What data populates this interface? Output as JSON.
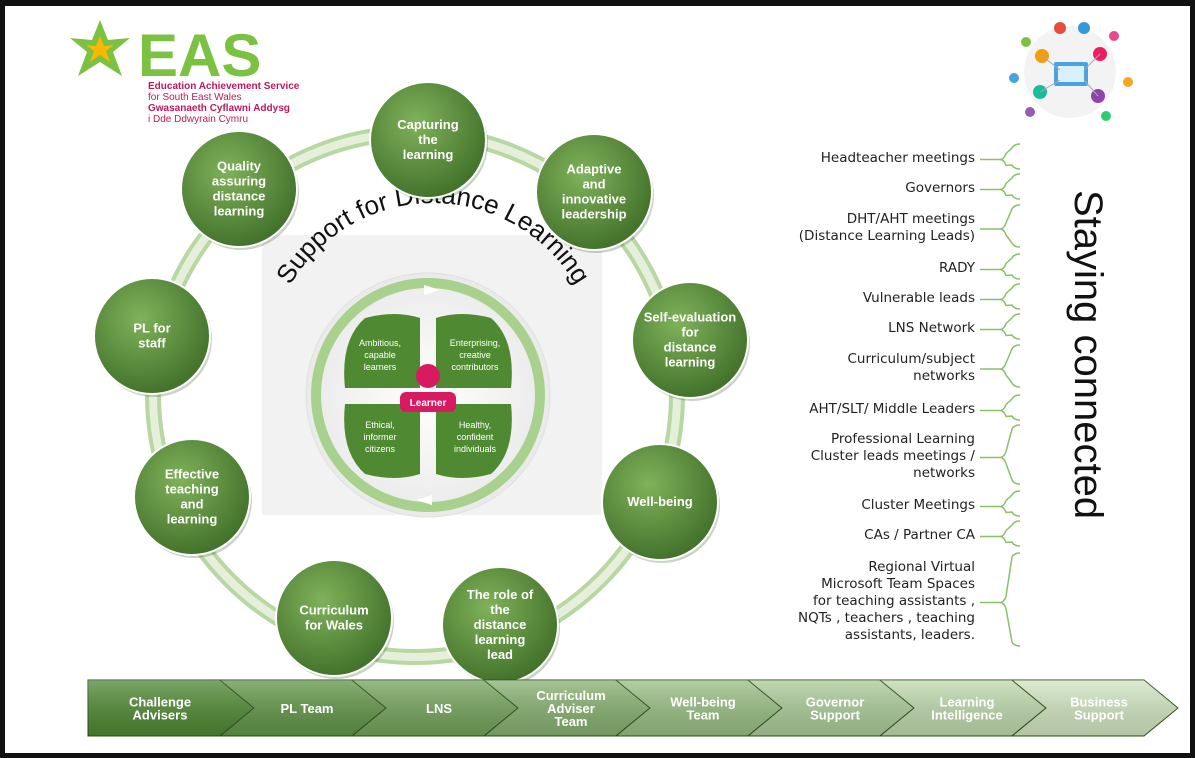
{
  "logo": {
    "title": "EAS",
    "line1": "Education Achievement Service",
    "line2": "for South East Wales",
    "line3": "Gwasanaeth Cyflawni Addysg",
    "line4": "i Dde Ddwyrain Cymru",
    "icon": "star-figure-icon"
  },
  "cycle": {
    "center_title": "Support for Distance Learning",
    "clover": [
      "Ambitious, capable learners",
      "Enterprising, creative contributors",
      "Ethical, informer citizens",
      "Healthy, confident individuals"
    ],
    "learner_label": "Learner",
    "nodes": [
      {
        "label": "Capturing the learning"
      },
      {
        "label": "Adaptive and innovative leadership"
      },
      {
        "label": "Self-evaluation for distance learning"
      },
      {
        "label": "Well-being"
      },
      {
        "label": "The role of the distance learning lead"
      },
      {
        "label": "Curriculum for Wales"
      },
      {
        "label": "Effective teaching and learning"
      },
      {
        "label": "PL for staff"
      },
      {
        "label": "Quality assuring distance learning"
      }
    ]
  },
  "connected": {
    "title": "Staying connected",
    "items": [
      "Headteacher meetings",
      "Governors",
      "DHT/AHT meetings\n(Distance Learning Leads)",
      "RADY",
      "Vulnerable leads",
      "LNS Network",
      "Curriculum/subject\nnetworks",
      "AHT/SLT/ Middle Leaders",
      "Professional Learning\nCluster leads meetings /\nnetworks",
      "Cluster Meetings",
      "CAs / Partner CA",
      "Regional Virtual\nMicrosoft Team Spaces\nfor teaching assistants ,\nNQTs , teachers , teaching\nassistants, leaders."
    ]
  },
  "teams": [
    "Challenge Advisers",
    "PL Team",
    "LNS",
    "Curriculum Adviser Team",
    "Well-being Team",
    "Governor Support",
    "Learning Intelligence",
    "Business Support"
  ],
  "colors": {
    "node_green": "#5a8f3c",
    "node_dark": "#3f6e28",
    "ring": "#c8dfb6",
    "logo_green": "#7cc242",
    "logo_pink": "#c2185b",
    "learner_red": "#d81b60",
    "chevron_start": "#4f8a33",
    "chevron_end": "#d3e8c3"
  }
}
